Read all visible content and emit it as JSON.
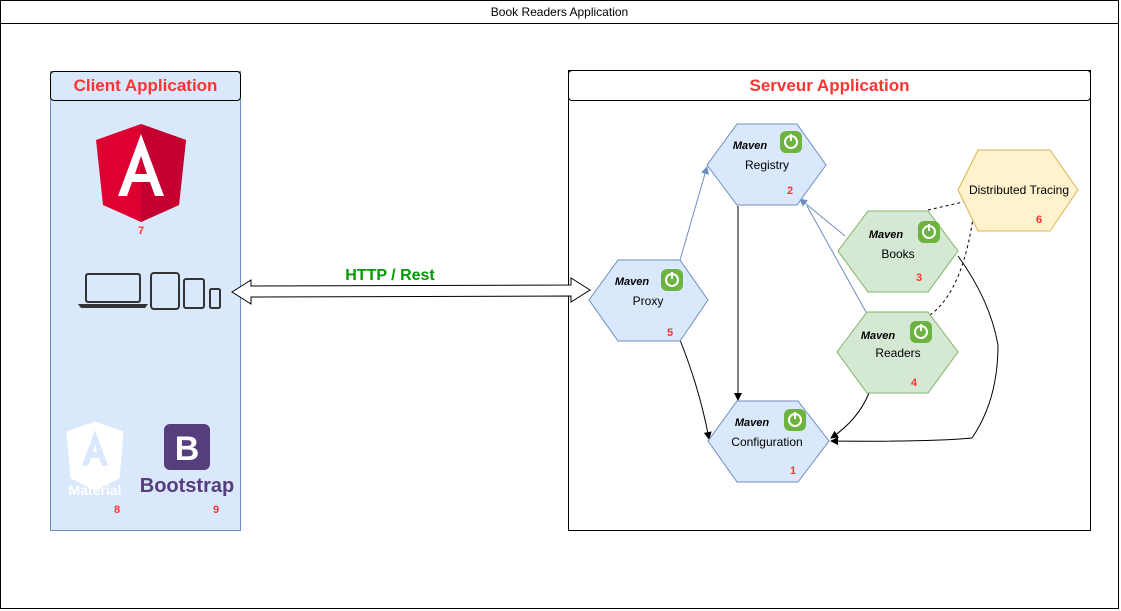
{
  "title": "Book Readers Application",
  "client": {
    "header": "Client Application",
    "angular_number": "7",
    "material_label": "Material",
    "material_number": "8",
    "bootstrap_label": "Bootstrap",
    "bootstrap_letter": "B",
    "bootstrap_number": "9"
  },
  "server": {
    "header": "Serveur Application"
  },
  "connection": {
    "label": "HTTP / Rest",
    "label_color": "#009900"
  },
  "services": {
    "registry": {
      "name": "Registry",
      "number": "2",
      "badge": "Maven"
    },
    "proxy": {
      "name": "Proxy",
      "number": "5",
      "badge": "Maven"
    },
    "books": {
      "name": "Books",
      "number": "3",
      "badge": "Maven"
    },
    "readers": {
      "name": "Readers",
      "number": "4",
      "badge": "Maven"
    },
    "configuration": {
      "name": "Configuration",
      "number": "1",
      "badge": "Maven"
    },
    "tracing": {
      "name": "Distributed Tracing",
      "number": "6"
    }
  },
  "colors": {
    "blue_fill": "#dae8fc",
    "blue_stroke": "#6c8ebf",
    "green_fill": "#d5e8d4",
    "green_stroke": "#82b366",
    "yellow_fill": "#fff2cc",
    "yellow_stroke": "#d6b656",
    "number_red": "#ff3333",
    "spring_green": "#6db33f"
  }
}
